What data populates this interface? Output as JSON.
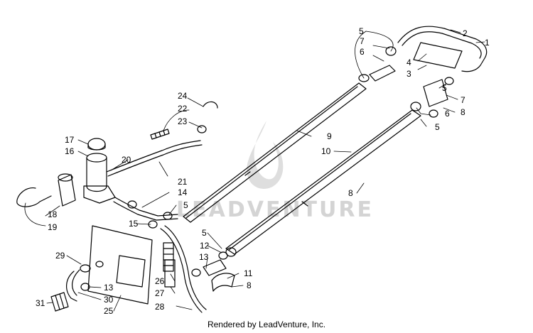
{
  "watermark": {
    "text": "LEADVENTURE"
  },
  "footer": {
    "text": "Rendered by LeadVenture, Inc."
  },
  "callouts": [
    "1",
    "2",
    "3",
    "4",
    "5",
    "6",
    "7",
    "8",
    "9",
    "10",
    "11",
    "12",
    "13",
    "14",
    "15",
    "16",
    "17",
    "18",
    "19",
    "20",
    "21",
    "22",
    "23",
    "24",
    "25",
    "26",
    "27",
    "28",
    "29",
    "30",
    "31"
  ],
  "diagram": {
    "line_color": "#000000",
    "watermark_color": "#d4d4d4"
  }
}
